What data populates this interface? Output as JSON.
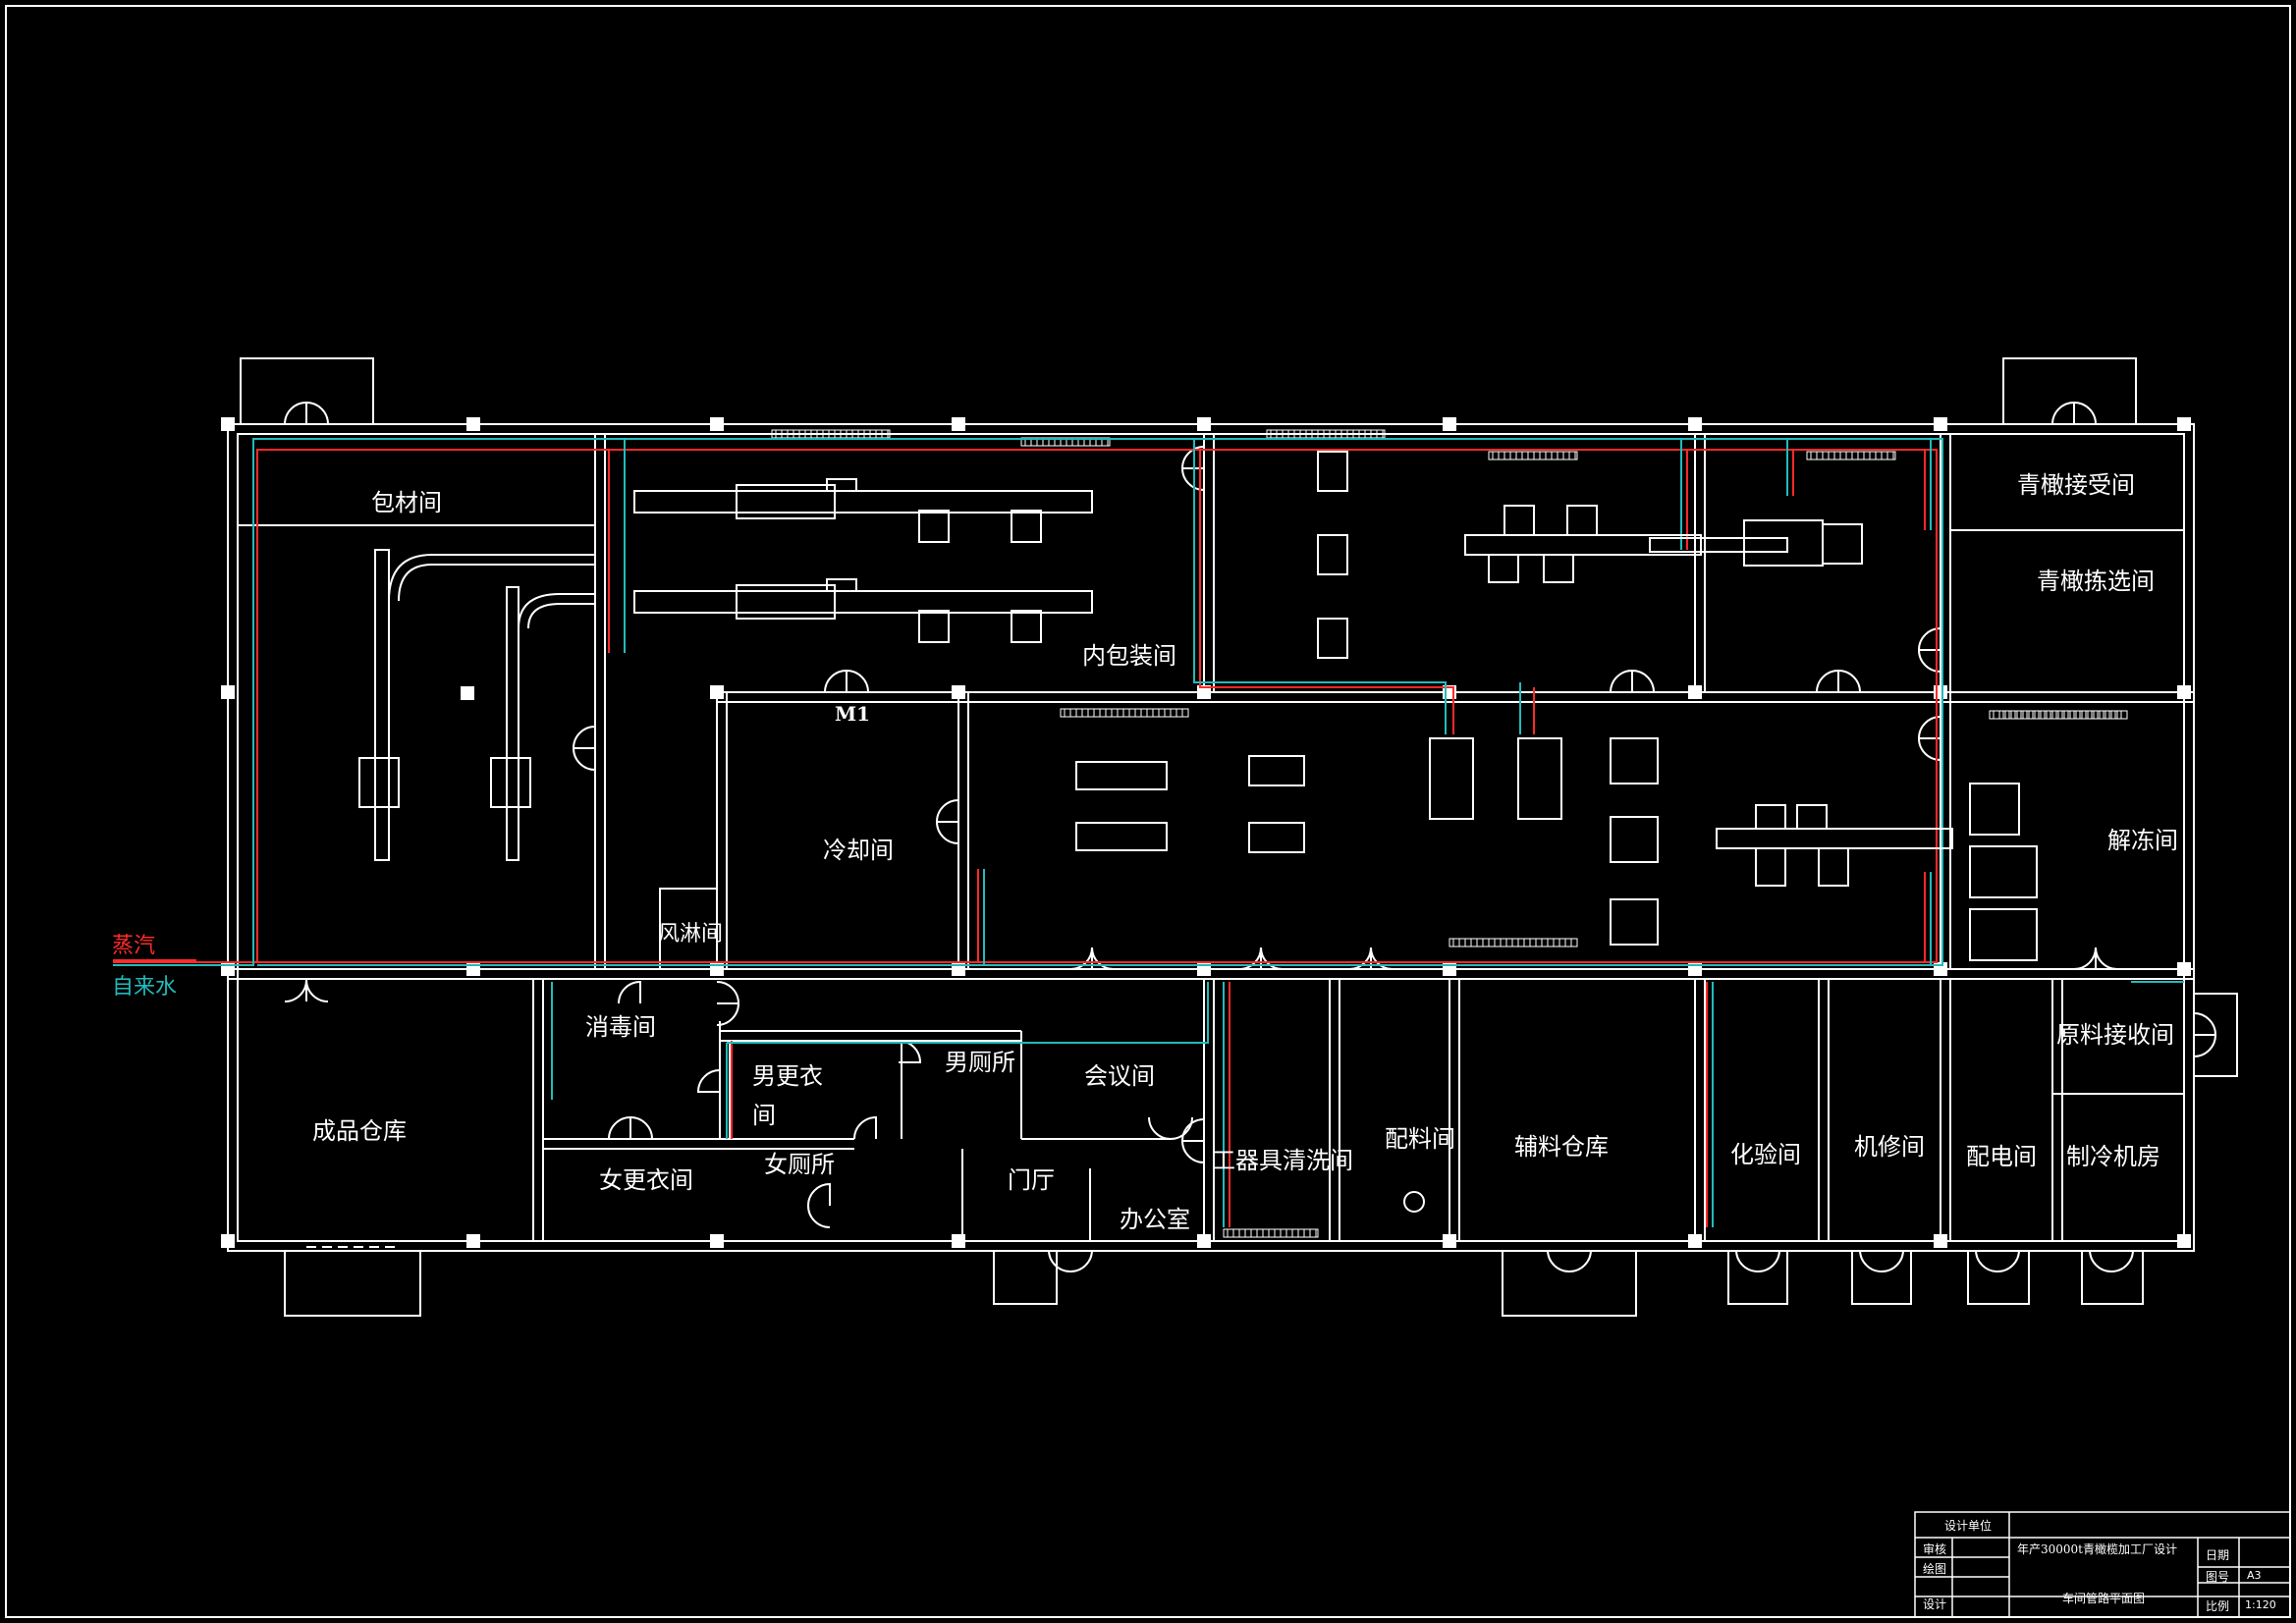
{
  "colors": {
    "background": "#000000",
    "wall": "#ffffff",
    "steam_pipe": "#ff2a2a",
    "water_pipe": "#22bbbb"
  },
  "legend": {
    "steam": "蒸汽",
    "water": "自来水"
  },
  "rooms": {
    "packaging_material": "包材间",
    "inner_packing": "内包装间",
    "cooling": "冷却间",
    "door_tag": "M1",
    "air_shower": "风淋间",
    "finished_warehouse": "成品仓库",
    "disinfection": "消毒间",
    "male_locker": "男更衣",
    "male_locker_2": "间",
    "male_toilet": "男厕所",
    "meeting": "会议间",
    "female_locker": "女更衣间",
    "female_toilet": "女厕所",
    "lobby": "门厅",
    "office": "办公室",
    "tool_washing": "工器具清洗间",
    "batching": "配料间",
    "aux_warehouse": "辅料仓库",
    "lab": "化验间",
    "repair": "机修间",
    "power": "配电间",
    "refrigeration": "制冷机房",
    "raw_receiving": "原料接收间",
    "olive_receiving": "青橄接受间",
    "olive_sorting": "青橄拣选间",
    "thawing": "解冻间"
  },
  "title_block": {
    "design_unit_label": "设计单位",
    "review_label": "审核",
    "drawing_label": "绘图",
    "design_label": "设计",
    "project_title": "年产30000t青橄榄加工厂设计",
    "drawing_title": "车间管路平面图",
    "date_label": "日期",
    "sheet_label": "图号",
    "sheet_value": "A3",
    "scale_label": "比例",
    "scale_value": "1:120"
  }
}
